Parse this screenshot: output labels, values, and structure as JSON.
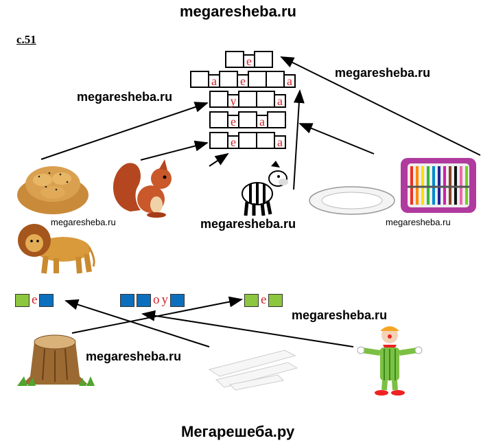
{
  "watermarks": {
    "top": "megaresheba.ru",
    "bottom": "Мегарешеба.ру",
    "labels": [
      "megaresheba.ru",
      "megaresheba.ru",
      "megaresheba.ru",
      "megaresheba.ru",
      "megaresheba.ru",
      "megaresheba.ru",
      "megaresheba.ru"
    ]
  },
  "page_ref": "с.51",
  "grid": [
    [
      "",
      "е",
      ""
    ],
    [
      "",
      "а",
      "",
      "е",
      "",
      "",
      "а"
    ],
    [
      "",
      "у",
      "",
      "",
      "а"
    ],
    [
      "",
      "е",
      "",
      "а",
      ""
    ],
    [
      "",
      "е",
      "",
      "",
      "а"
    ]
  ],
  "schemes": [
    {
      "parts": [
        "green",
        "е",
        "blue"
      ]
    },
    {
      "parts": [
        "blue",
        "blue",
        "о",
        "у",
        "blue"
      ]
    },
    {
      "parts": [
        "green",
        "е",
        "green"
      ]
    }
  ],
  "colors": {
    "green": "#8dc63f",
    "blue": "#0b6fbd",
    "letter": "#d2232a"
  },
  "pictures": [
    "bread-bun",
    "squirrel",
    "zebra",
    "plate",
    "pencil-case",
    "lion",
    "stump",
    "chalk",
    "clown"
  ]
}
